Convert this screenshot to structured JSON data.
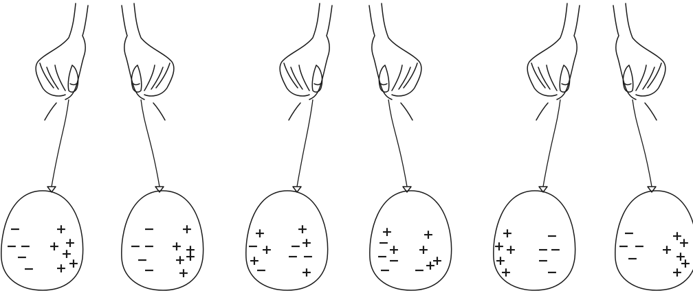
{
  "balloons": [
    {
      "hand": "right",
      "charges": [
        "−",
        "−",
        "−",
        "−",
        "−",
        "+",
        "+",
        "+",
        "+",
        "+",
        "+"
      ]
    },
    {
      "hand": "left",
      "charges": [
        "−",
        "−",
        "−",
        "−",
        "−",
        "+",
        "+",
        "+",
        "+",
        "+",
        "+"
      ]
    },
    {
      "hand": "right",
      "charges": [
        "+",
        "−",
        "+",
        "+",
        "−",
        "+",
        "−",
        "+",
        "−",
        "−",
        "+"
      ]
    },
    {
      "hand": "left",
      "charges": [
        "+",
        "−",
        "+",
        "−",
        "−",
        "+",
        "+",
        "+",
        "−",
        "−",
        "+"
      ]
    },
    {
      "hand": "right",
      "charges": [
        "+",
        "+",
        "+",
        "+",
        "+",
        "−",
        "−",
        "−",
        "−",
        "−"
      ]
    },
    {
      "hand": "left",
      "charges": [
        "−",
        "−",
        "−",
        "−",
        "+",
        "+",
        "+",
        "+",
        "+",
        "+"
      ]
    }
  ],
  "colors": {
    "ink": "#1a1a1a",
    "background": "#ffffff"
  }
}
